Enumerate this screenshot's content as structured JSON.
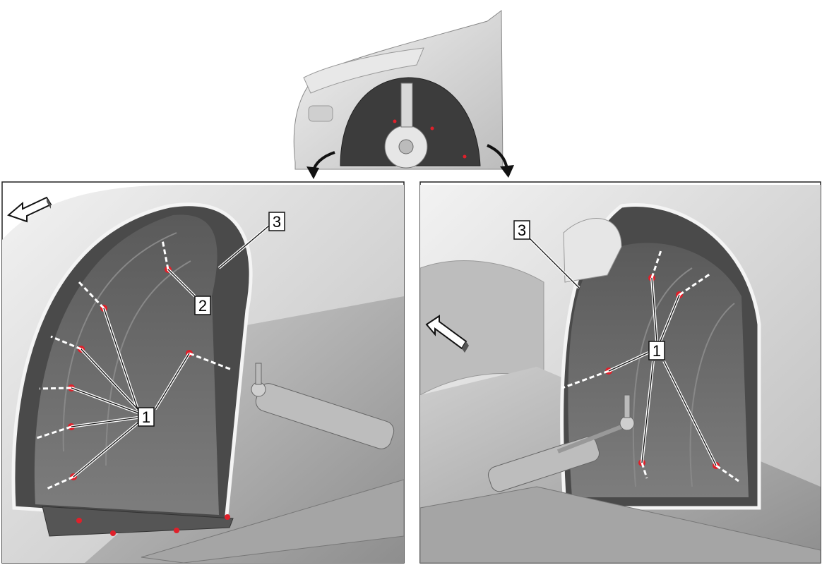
{
  "callouts": {
    "left_clips": "1",
    "left_screw": "2",
    "left_liner": "3",
    "right_clips": "1",
    "right_liner": "3"
  },
  "colors": {
    "fastener": "#e0202a",
    "frame": "#222222",
    "liner": "#6a6a6a",
    "body": "#d4d4d4"
  },
  "icons": {
    "left_panel_direction": "arrow-left-icon",
    "right_panel_direction": "arrow-left-icon"
  }
}
